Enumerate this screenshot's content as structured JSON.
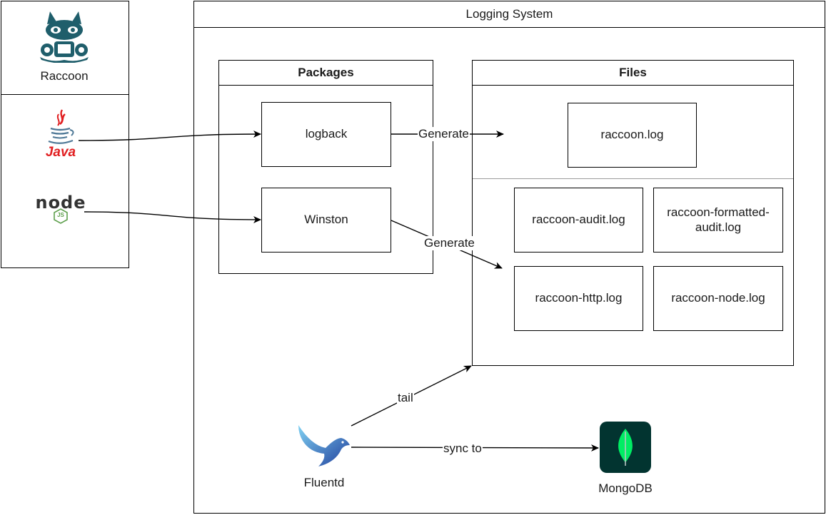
{
  "logging_system": {
    "title": "Logging System"
  },
  "sources": {
    "raccoon_label": "Raccoon",
    "java_label": "Java",
    "node_label": "node",
    "node_js_badge": "JS"
  },
  "packages": {
    "title": "Packages",
    "logback": "logback",
    "winston": "Winston"
  },
  "files": {
    "title": "Files",
    "raccoon_log": "raccoon.log",
    "audit_log": "raccoon-audit.log",
    "formatted_audit_log": "raccoon-formatted-audit.log",
    "http_log": "raccoon-http.log",
    "node_log": "raccoon-node.log"
  },
  "edges": {
    "generate_1": "Generate",
    "generate_2": "Generate",
    "tail": "tail",
    "sync_to": "sync to"
  },
  "tools": {
    "fluentd": "Fluentd",
    "mongodb": "MongoDB"
  },
  "colors": {
    "raccoon": "#1f5e6b",
    "java_red": "#e11f21",
    "java_blue": "#4e7896",
    "node_green": "#5fa04e",
    "node_dark": "#333333",
    "fluentd_blue": "#2a6fbf",
    "mongodb_bg": "#023430",
    "mongodb_leaf": "#00ed64"
  }
}
